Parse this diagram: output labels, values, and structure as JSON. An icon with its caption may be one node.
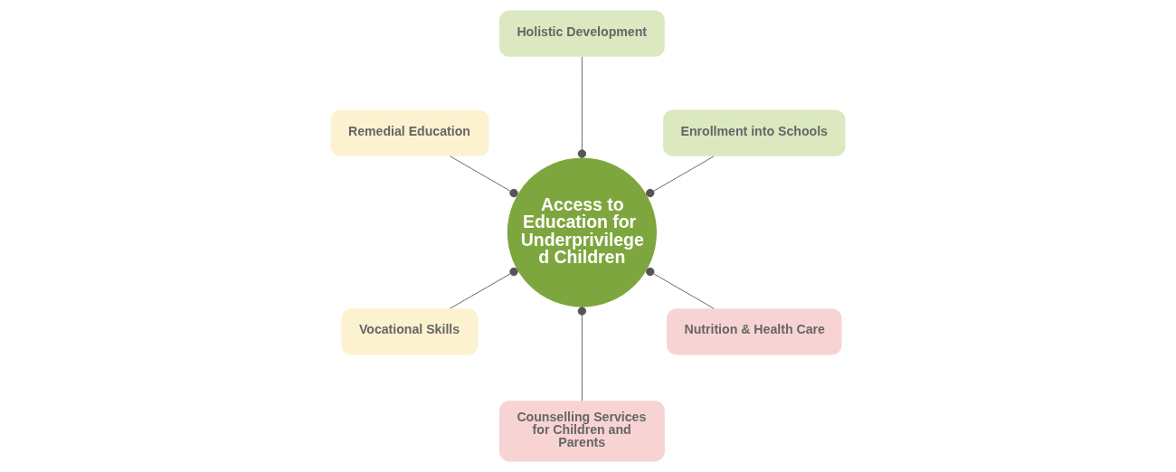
{
  "diagram": {
    "nodes": [
      {
        "text": [
          "Access to Education for Underprivileged Children"
        ]
      },
      {
        "text": [
          "Enrollment into Schools"
        ]
      },
      {
        "text": [
          "Holistic Development"
        ]
      },
      {
        "text": [
          "Remedial Education"
        ]
      },
      {
        "text": [
          "Vocational Skills"
        ]
      },
      {
        "text": [
          "Counselling Services for Children and Parents"
        ]
      },
      {
        "text": [
          "Nutrition & Health Care"
        ]
      }
    ],
    "edges": [
      {
        "from": 0,
        "to": 1,
        "arrow": "other"
      },
      {
        "from": 0,
        "to": 2,
        "arrow": "other"
      },
      {
        "from": 0,
        "to": 3,
        "arrow": "other"
      },
      {
        "from": 0,
        "to": 4,
        "arrow": "other"
      },
      {
        "from": 0,
        "to": 5,
        "arrow": "other"
      },
      {
        "from": 0,
        "to": 6,
        "arrow": "other"
      }
    ]
  }
}
